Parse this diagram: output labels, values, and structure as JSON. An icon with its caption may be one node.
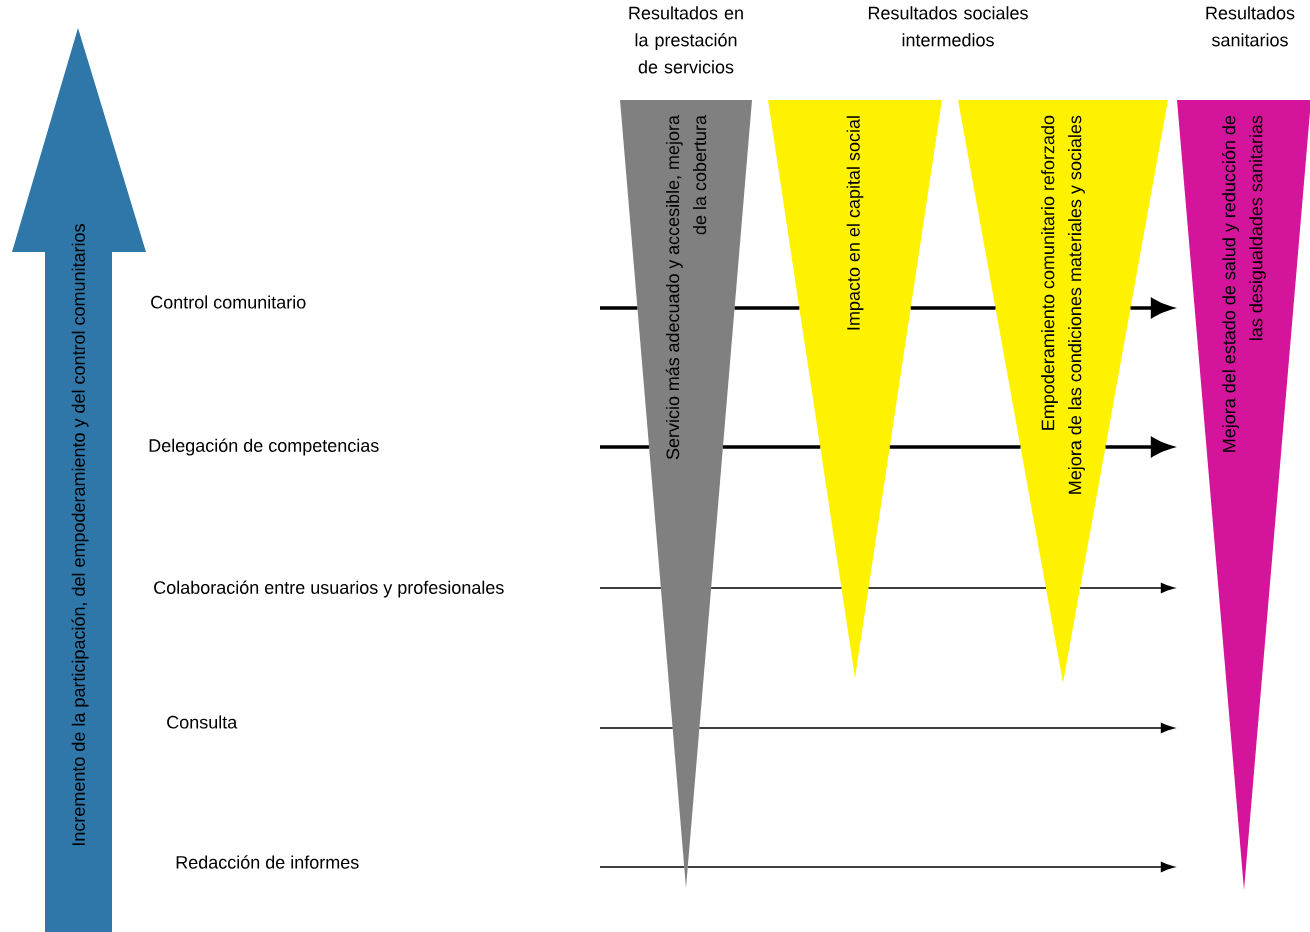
{
  "diagram": {
    "nodes": [
      {
        "text": [
          "Incremento de la participación, del empoderamiento y del control comunitarios"
        ]
      },
      {
        "text": [
          "Servicio más adecuado y accesible, mejora de la cobertura"
        ]
      },
      {
        "text": [
          "Impacto en el capital social"
        ]
      },
      {
        "text": [
          "Empoderamiento comunitario reforzado",
          "Mejora de las condiciones materiales y sociales"
        ]
      },
      {
        "text": [
          "Mejora del estado de salud y reducción de las desigualdades sanitarias"
        ]
      }
    ],
    "edges": [
      {
        "from": null,
        "to": 4,
        "arrow": "to",
        "style": "thick"
      },
      {
        "from": null,
        "to": 4,
        "arrow": "to",
        "style": "thick"
      },
      {
        "from": null,
        "to": 4,
        "arrow": "to"
      },
      {
        "from": null,
        "to": 4,
        "arrow": "to"
      },
      {
        "from": null,
        "to": 4,
        "arrow": "to"
      }
    ],
    "labels": [
      "Resultados en la prestación de servicios",
      "Resultados sociales intermedios",
      "Resultados sanitarios",
      "Control comunitario",
      "Delegación de competencias",
      "Colaboración entre usuarios y profesionales",
      "Consulta",
      "Redacción de informes"
    ]
  }
}
